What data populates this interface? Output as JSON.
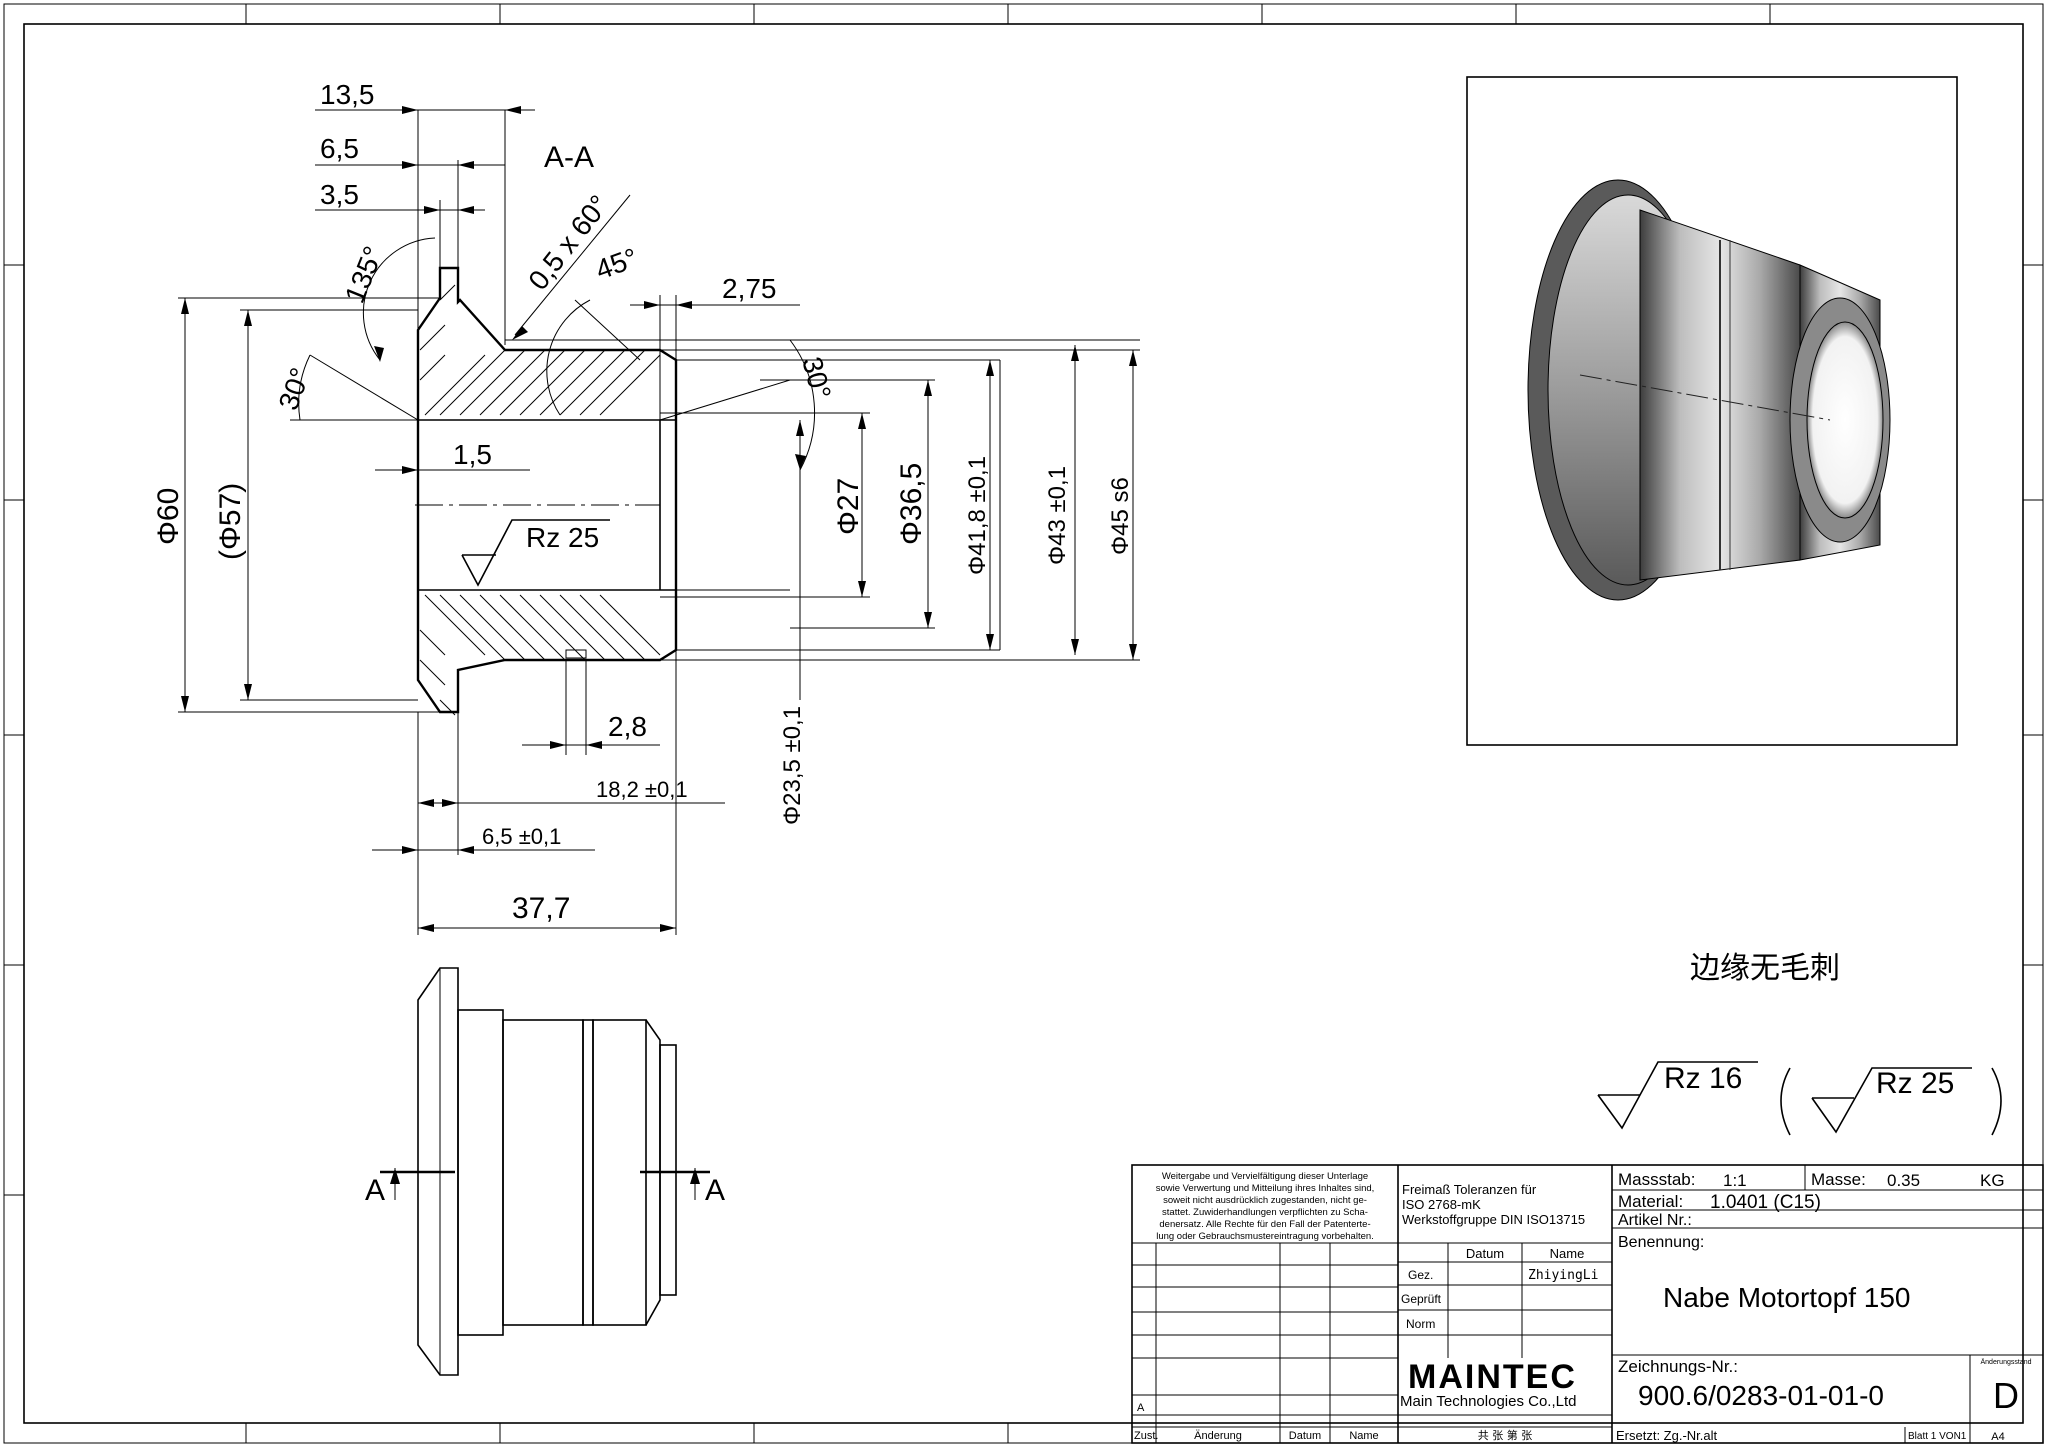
{
  "drawing": {
    "section_label": "A-A",
    "dimensions": {
      "d_13_5": "13,5",
      "d_6_5": "6,5",
      "d_3_5": "3,5",
      "angle_135": "135°",
      "angle_30_left": "30°",
      "chamfer": "0,5 x 60°",
      "angle_45": "45°",
      "d_2_75": "2,75",
      "angle_30_right": "30°",
      "d_1_5": "1,5",
      "dia_60": "Φ60",
      "dia_57": "(Φ57)",
      "dia_27": "Φ27",
      "dia_36_5": "Φ36,5",
      "dia_41_8": "Φ41,8 ±0,1",
      "dia_43": "Φ43 ±0,1",
      "dia_45": "Φ45 s6",
      "dia_23_5": "Φ23,5 ±0,1",
      "d_2_8": "2,8",
      "d_18_2": "18,2 ±0,1",
      "d_6_5_tol": "6,5 ±0,1",
      "d_37_7": "37,7"
    },
    "surface_inner": "Rz 25",
    "section_marker_left": "A",
    "section_marker_right": "A",
    "note_cn": "边缘无毛刺",
    "surface_general": "Rz 16",
    "surface_secondary": "Rz 25"
  },
  "title_block": {
    "legal_notice": [
      "Weitergabe und Vervielfältigung dieser Unterlage",
      "sowie Verwertung und Mitteilung ihres Inhaltes sind,",
      "soweit nicht ausdrücklich zugestanden, nicht ge-",
      "stattet. Zuwiderhandlungen verpflichten zu Scha-",
      "denersatz. Alle Rechte für den Fall der Patenterte-",
      "lung oder Gebrauchsmustereintragung vorbehalten."
    ],
    "tolerance": [
      "Freimaß Toleranzen für",
      "ISO 2768-mK",
      "Werkstoffgruppe DIN ISO13715"
    ],
    "massstab_label": "Massstab:",
    "massstab_value": "1:1",
    "masse_label": "Masse:",
    "masse_value": "0.35",
    "masse_unit": "KG",
    "material_label": "Material:",
    "material_value": "1.0401 (C15)",
    "artikel_label": "Artikel Nr.:",
    "benennung_label": "Benennung:",
    "benennung_value": "Nabe Motortopf 150",
    "datum_label": "Datum",
    "name_label": "Name",
    "gez_label": "Gez.",
    "gez_name": "ZhiyingLi",
    "geprueft_label": "Geprüft",
    "norm_label": "Norm",
    "logo": "MAINTEC",
    "company": "Main Technologies Co.,Ltd",
    "zeichnung_label": "Zeichnungs-Nr.:",
    "zeichnung_value": "900.6/0283-01-01-0",
    "aenderung_label": "Änderungsstand",
    "aenderung_value": "D",
    "zust_label": "Zust.",
    "aenderung_col": "Änderung",
    "datum_col": "Datum",
    "name_col": "Name",
    "row_a": "A",
    "sheets_cn": "共 张 第 张",
    "ersetzt": "Ersetzt: Zg.-Nr.alt",
    "blatt": "Blatt 1 VON1",
    "format": "A4"
  }
}
